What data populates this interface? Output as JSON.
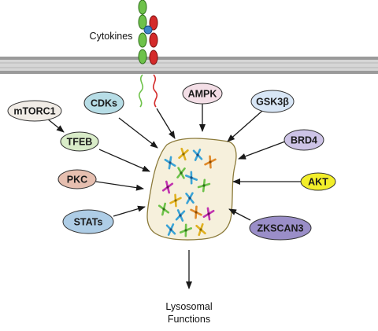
{
  "figure": {
    "cytokines_label": "Cytokines",
    "output_label_line1": "Lysosomal",
    "output_label_line2": "Functions"
  },
  "regulators": [
    {
      "id": "mtorc1",
      "label": "mTORC1",
      "color": "#f1ece6"
    },
    {
      "id": "tfeb",
      "label": "TFEB",
      "color": "#d9ecc8"
    },
    {
      "id": "cdks",
      "label": "CDKs",
      "color": "#b7dde6"
    },
    {
      "id": "ampk",
      "label": "AMPK",
      "color": "#f3dee6"
    },
    {
      "id": "gsk3b",
      "label": "GSK3β",
      "color": "#d8e6f6"
    },
    {
      "id": "brd4",
      "label": "BRD4",
      "color": "#cdc3e6"
    },
    {
      "id": "akt",
      "label": "AKT",
      "color": "#f2ee2a"
    },
    {
      "id": "pkc",
      "label": "PKC",
      "color": "#e6bfb0"
    },
    {
      "id": "stats",
      "label": "STATs",
      "color": "#aecde6"
    },
    {
      "id": "zkscan3",
      "label": "ZKSCAN3",
      "color": "#9a8ec8"
    }
  ],
  "colors": {
    "nucleus_fill": "#f6f0dc",
    "nucleus_stroke": "#8b7a3a",
    "membrane_dark": "#9a9a9a",
    "membrane_light": "#d6d6d6",
    "receptor_green": "#6ec24a",
    "receptor_red": "#d42a2a",
    "receptor_core": "#3d86c8"
  }
}
